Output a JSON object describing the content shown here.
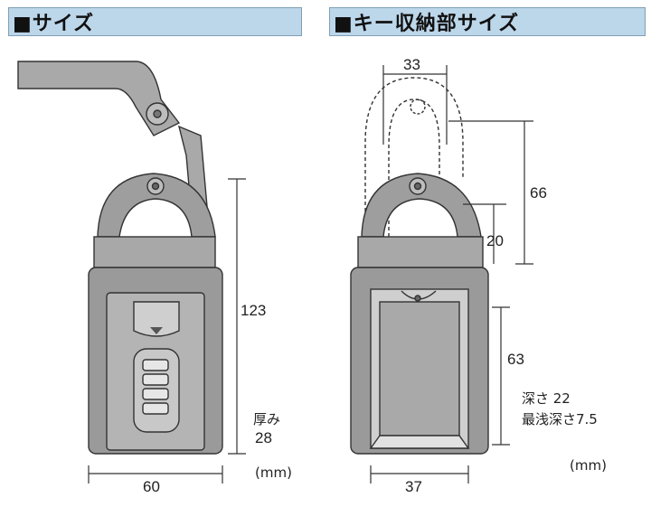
{
  "headers": {
    "size": "■サイズ",
    "key_storage_size": "■キー収納部サイズ"
  },
  "left_diagram": {
    "height_label": "123",
    "thickness_label": "厚み",
    "thickness_value": "28",
    "width_label": "60",
    "unit": "(mm)"
  },
  "right_diagram": {
    "top_width_label": "33",
    "height_label": "66",
    "shackle_label": "20",
    "inner_height_label": "63",
    "depth_label": "深さ 22",
    "min_depth_label": "最浅深さ7.5",
    "inner_width_label": "37",
    "unit": "(mm)"
  },
  "colors": {
    "header_bg": "#bcd6ea",
    "body_gray": "#9e9e9e",
    "line": "#333333"
  }
}
